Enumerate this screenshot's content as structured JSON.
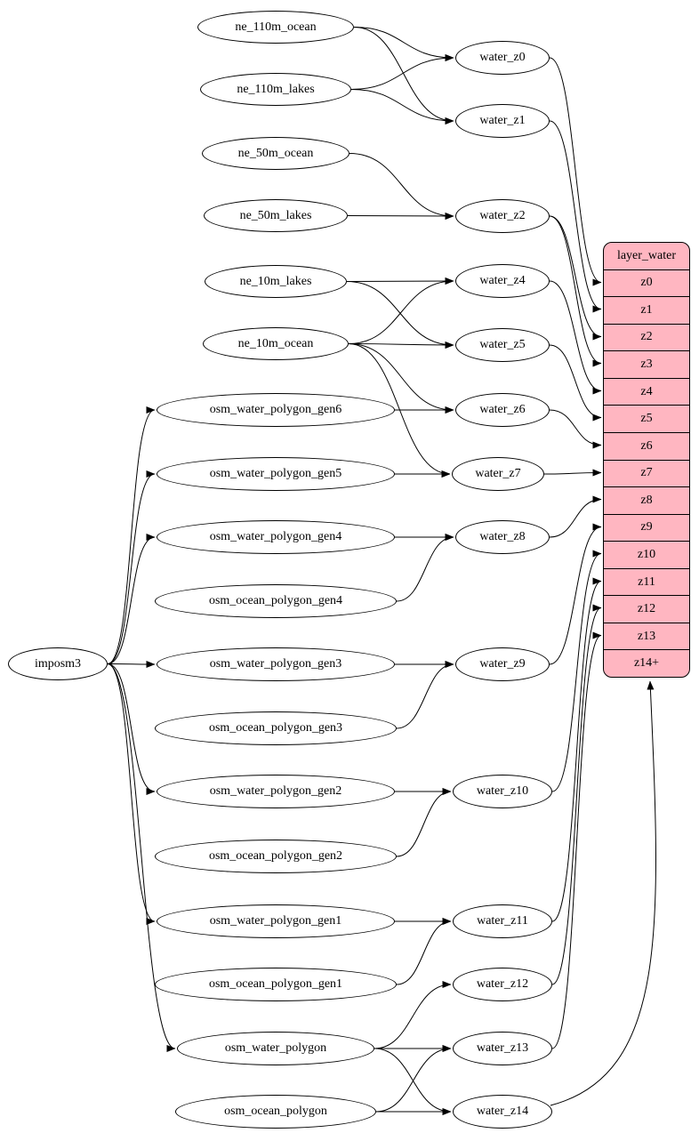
{
  "diagram": {
    "colors": {
      "background": "#ffffff",
      "node_fill": "#ffffff",
      "stroke": "#000000",
      "record_fill": "#ffb6c1"
    },
    "labels": {
      "imposm3": "imposm3",
      "ne_110m_ocean": "ne_110m_ocean",
      "ne_110m_lakes": "ne_110m_lakes",
      "ne_50m_ocean": "ne_50m_ocean",
      "ne_50m_lakes": "ne_50m_lakes",
      "ne_10m_lakes": "ne_10m_lakes",
      "ne_10m_ocean": "ne_10m_ocean",
      "osm_water_polygon_gen6": "osm_water_polygon_gen6",
      "osm_water_polygon_gen5": "osm_water_polygon_gen5",
      "osm_water_polygon_gen4": "osm_water_polygon_gen4",
      "osm_ocean_polygon_gen4": "osm_ocean_polygon_gen4",
      "osm_water_polygon_gen3": "osm_water_polygon_gen3",
      "osm_ocean_polygon_gen3": "osm_ocean_polygon_gen3",
      "osm_water_polygon_gen2": "osm_water_polygon_gen2",
      "osm_ocean_polygon_gen2": "osm_ocean_polygon_gen2",
      "osm_water_polygon_gen1": "osm_water_polygon_gen1",
      "osm_ocean_polygon_gen1": "osm_ocean_polygon_gen1",
      "osm_water_polygon": "osm_water_polygon",
      "osm_ocean_polygon": "osm_ocean_polygon",
      "water_z0": "water_z0",
      "water_z1": "water_z1",
      "water_z2": "water_z2",
      "water_z4": "water_z4",
      "water_z5": "water_z5",
      "water_z6": "water_z6",
      "water_z7": "water_z7",
      "water_z8": "water_z8",
      "water_z9": "water_z9",
      "water_z10": "water_z10",
      "water_z11": "water_z11",
      "water_z12": "water_z12",
      "water_z13": "water_z13",
      "water_z14": "water_z14"
    },
    "record": {
      "title": "layer_water",
      "rows": [
        "z0",
        "z1",
        "z2",
        "z3",
        "z4",
        "z5",
        "z6",
        "z7",
        "z8",
        "z9",
        "z10",
        "z11",
        "z12",
        "z13",
        "z14+"
      ]
    },
    "edges": [
      {
        "from": "imposm3",
        "to": "osm_water_polygon_gen6"
      },
      {
        "from": "imposm3",
        "to": "osm_water_polygon_gen5"
      },
      {
        "from": "imposm3",
        "to": "osm_water_polygon_gen4"
      },
      {
        "from": "imposm3",
        "to": "osm_water_polygon_gen3"
      },
      {
        "from": "imposm3",
        "to": "osm_water_polygon_gen2"
      },
      {
        "from": "imposm3",
        "to": "osm_water_polygon_gen1"
      },
      {
        "from": "imposm3",
        "to": "osm_water_polygon"
      },
      {
        "from": "ne_110m_ocean",
        "to": "water_z0"
      },
      {
        "from": "ne_110m_ocean",
        "to": "water_z1"
      },
      {
        "from": "ne_110m_lakes",
        "to": "water_z0"
      },
      {
        "from": "ne_110m_lakes",
        "to": "water_z1"
      },
      {
        "from": "ne_50m_ocean",
        "to": "water_z2"
      },
      {
        "from": "ne_50m_lakes",
        "to": "water_z2"
      },
      {
        "from": "ne_10m_lakes",
        "to": "water_z4"
      },
      {
        "from": "ne_10m_lakes",
        "to": "water_z5"
      },
      {
        "from": "ne_10m_ocean",
        "to": "water_z4"
      },
      {
        "from": "ne_10m_ocean",
        "to": "water_z5"
      },
      {
        "from": "ne_10m_ocean",
        "to": "water_z6"
      },
      {
        "from": "ne_10m_ocean",
        "to": "water_z7"
      },
      {
        "from": "osm_water_polygon_gen6",
        "to": "water_z6"
      },
      {
        "from": "osm_water_polygon_gen5",
        "to": "water_z7"
      },
      {
        "from": "osm_water_polygon_gen4",
        "to": "water_z8"
      },
      {
        "from": "osm_ocean_polygon_gen4",
        "to": "water_z8"
      },
      {
        "from": "osm_water_polygon_gen3",
        "to": "water_z9"
      },
      {
        "from": "osm_ocean_polygon_gen3",
        "to": "water_z9"
      },
      {
        "from": "osm_water_polygon_gen2",
        "to": "water_z10"
      },
      {
        "from": "osm_ocean_polygon_gen2",
        "to": "water_z10"
      },
      {
        "from": "osm_water_polygon_gen1",
        "to": "water_z11"
      },
      {
        "from": "osm_ocean_polygon_gen1",
        "to": "water_z11"
      },
      {
        "from": "osm_water_polygon",
        "to": "water_z12"
      },
      {
        "from": "osm_water_polygon",
        "to": "water_z13"
      },
      {
        "from": "osm_water_polygon",
        "to": "water_z14"
      },
      {
        "from": "osm_ocean_polygon",
        "to": "water_z13"
      },
      {
        "from": "osm_ocean_polygon",
        "to": "water_z14"
      },
      {
        "from": "water_z0",
        "to": "z0"
      },
      {
        "from": "water_z1",
        "to": "z1"
      },
      {
        "from": "water_z2",
        "to": "z2"
      },
      {
        "from": "water_z2",
        "to": "z3"
      },
      {
        "from": "water_z4",
        "to": "z4"
      },
      {
        "from": "water_z5",
        "to": "z5"
      },
      {
        "from": "water_z6",
        "to": "z6"
      },
      {
        "from": "water_z7",
        "to": "z7"
      },
      {
        "from": "water_z8",
        "to": "z8"
      },
      {
        "from": "water_z9",
        "to": "z9"
      },
      {
        "from": "water_z10",
        "to": "z10"
      },
      {
        "from": "water_z11",
        "to": "z11"
      },
      {
        "from": "water_z12",
        "to": "z12"
      },
      {
        "from": "water_z13",
        "to": "z13"
      },
      {
        "from": "water_z14",
        "to": "z14+"
      }
    ]
  }
}
